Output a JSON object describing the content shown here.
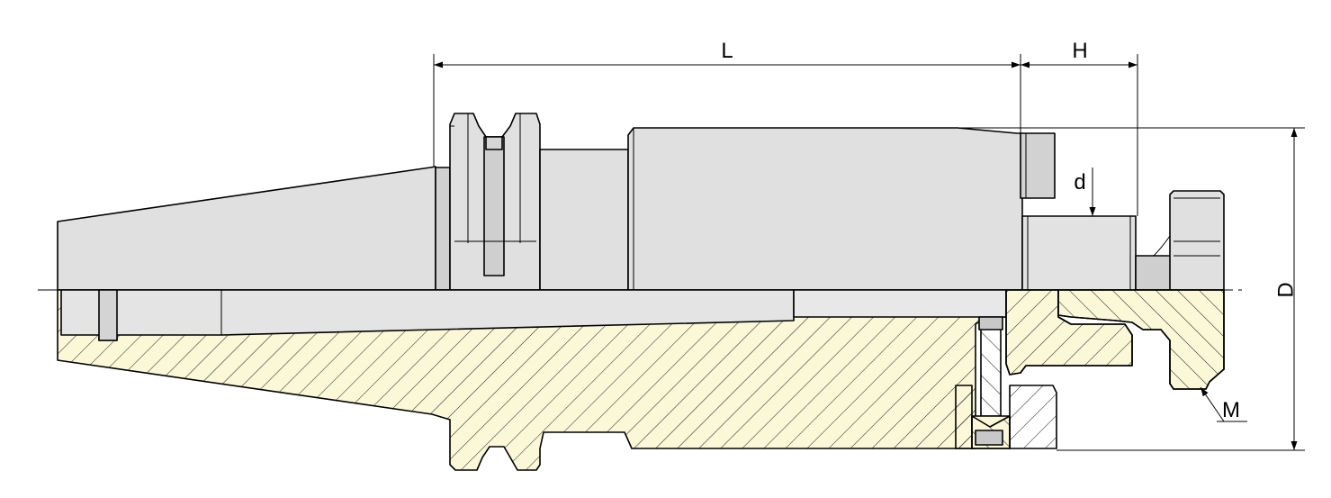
{
  "labels": {
    "L": "L",
    "H": "H",
    "d": "d",
    "D": "D",
    "M": "M"
  },
  "colors": {
    "body_fill": "#e0e0e0",
    "darker_fill": "#c8c8c8",
    "section_fill": "#fbf8d8",
    "hatch": "#2a2a2a",
    "line": "#000000"
  }
}
